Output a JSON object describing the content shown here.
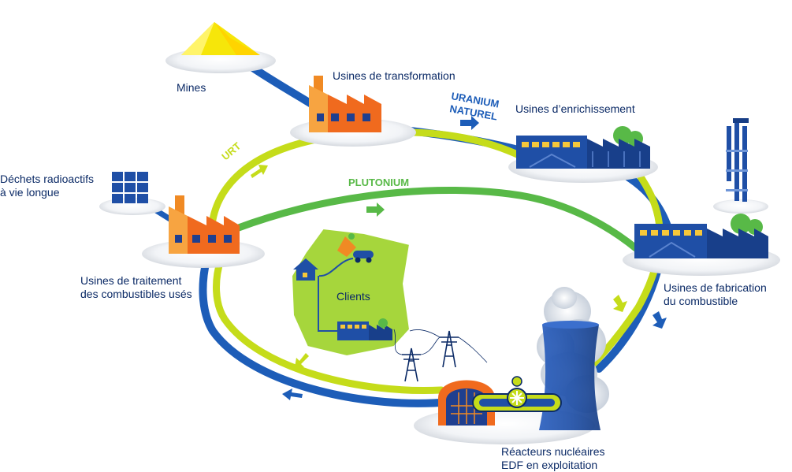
{
  "labels": {
    "mines": "Mines",
    "transformation": "Usines de transformation",
    "enrichment": "Usines d’enrichissement",
    "waste_line1": "Déchets radioactifs",
    "waste_line2": "à vie longue",
    "reprocessing_line1": "Usines de traitement",
    "reprocessing_line2": "des combustibles usés",
    "fabrication_line1": "Usines de fabrication",
    "fabrication_line2": "du combustible",
    "reactors_line1": "Réacteurs nucléaires",
    "reactors_line2": "EDF en exploitation",
    "clients": "Clients"
  },
  "flows": {
    "uranium_line1": "URANIUM",
    "uranium_line2": "NATUREL",
    "urt": "URT",
    "plutonium": "PLUTONIUM"
  },
  "colors": {
    "cycle_blue": "#1d5db8",
    "cycle_green": "#c5dc1a",
    "plutonium_green": "#58b947",
    "label_navy": "#0b2a66",
    "factory_orange": "#f08a24",
    "plant_blue": "#1f4fa6",
    "mine_yellow": "#f6e60a",
    "clients_map_green": "#a6d63c",
    "steam_grey": "#d7dde6"
  },
  "icons": {
    "mine": "yellow-ore-pile-icon",
    "factory": "orange-factory-icon",
    "plant": "blue-industrial-plant-icon",
    "waste": "waste-container-blocks-icon",
    "fuel": "fuel-assembly-rods-icon",
    "reactor": "reactor-cooling-tower-icon",
    "pylon": "power-pylon-icon",
    "car": "electric-car-icon",
    "house": "house-icon",
    "arrow": "flow-direction-arrow-icon"
  }
}
